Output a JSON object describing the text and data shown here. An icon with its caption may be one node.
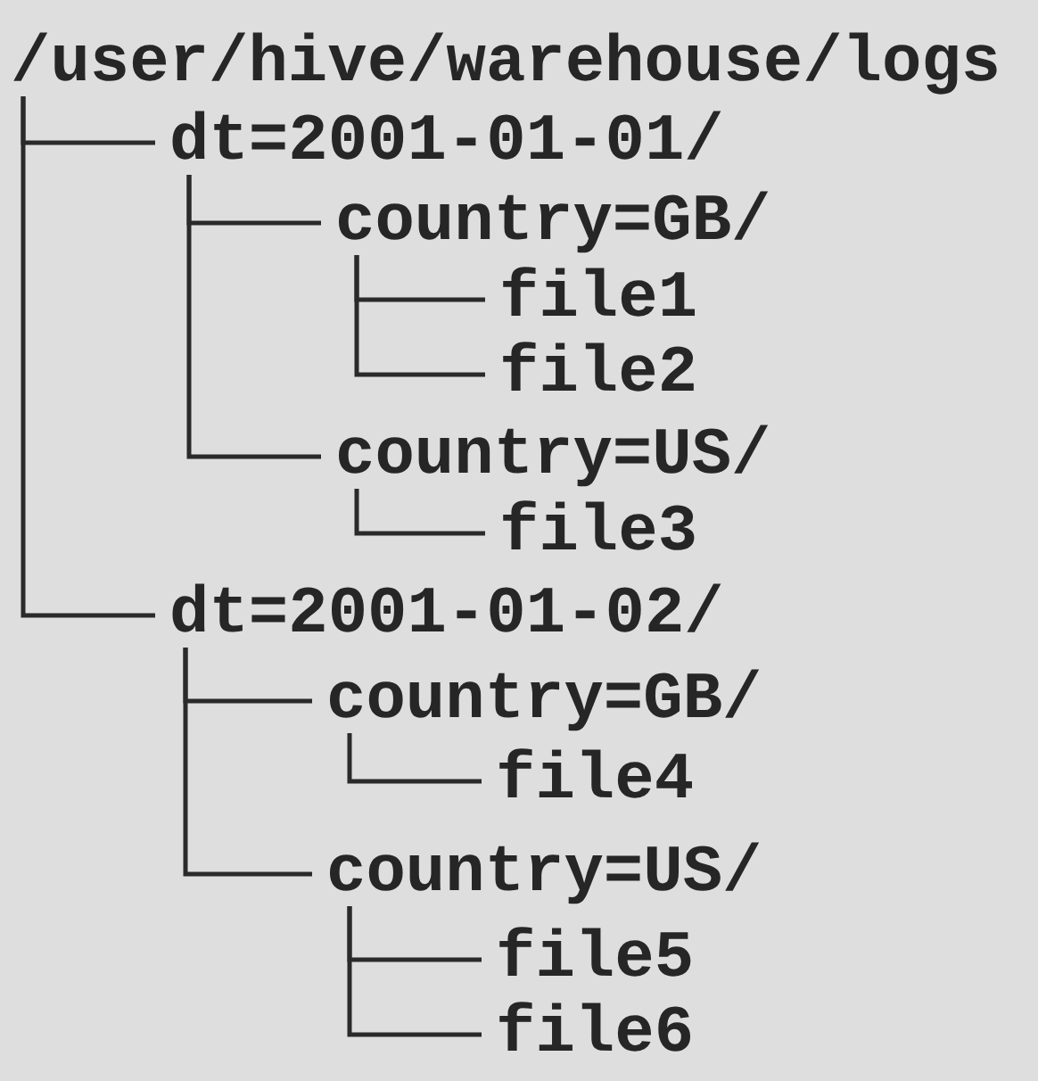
{
  "diagram": {
    "nodes": [
      {
        "text": [
          "/user/hive/warehouse/logs"
        ]
      },
      {
        "text": [
          "dt=2001-01-01/"
        ]
      },
      {
        "text": [
          "country=GB/"
        ]
      },
      {
        "text": [
          "file1"
        ]
      },
      {
        "text": [
          "file2"
        ]
      },
      {
        "text": [
          "country=US/"
        ]
      },
      {
        "text": [
          "file3"
        ]
      },
      {
        "text": [
          "dt=2001-01-02/"
        ]
      },
      {
        "text": [
          "country=GB/"
        ]
      },
      {
        "text": [
          "file4"
        ]
      },
      {
        "text": [
          "country=US/"
        ]
      },
      {
        "text": [
          "file5"
        ]
      },
      {
        "text": [
          "file6"
        ]
      }
    ],
    "edges": [
      {
        "from": 0,
        "to": 1,
        "arrow": "none"
      },
      {
        "from": 0,
        "to": 7,
        "arrow": "none"
      },
      {
        "from": 1,
        "to": 2,
        "arrow": "none"
      },
      {
        "from": 1,
        "to": 5,
        "arrow": "none"
      },
      {
        "from": 2,
        "to": 3,
        "arrow": "none"
      },
      {
        "from": 2,
        "to": 4,
        "arrow": "none"
      },
      {
        "from": 5,
        "to": 6,
        "arrow": "none"
      },
      {
        "from": 7,
        "to": 8,
        "arrow": "none"
      },
      {
        "from": 7,
        "to": 10,
        "arrow": "none"
      },
      {
        "from": 8,
        "to": 9,
        "arrow": "none"
      },
      {
        "from": 10,
        "to": 11,
        "arrow": "none"
      },
      {
        "from": 10,
        "to": 12,
        "arrow": "none"
      }
    ]
  }
}
